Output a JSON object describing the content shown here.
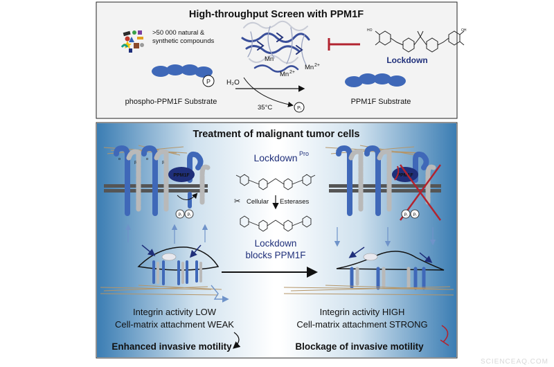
{
  "top_panel": {
    "title": "High-throughput Screen with PPM1F",
    "compounds_line1": ">50 000 natural &",
    "compounds_line2": "synthetic compounds",
    "metal_1": "Mn",
    "metal_2": "Mn",
    "metal_3": "Mn",
    "charge": "2+",
    "water": "H₂O",
    "temperature": "35°C",
    "phosphate": "Pᵢ",
    "p_label": "P",
    "inhibitor": "Lockdown",
    "substrate_left": "phospho-PPM1F Substrate",
    "substrate_right": "PPM1F Substrate"
  },
  "bottom_panel": {
    "title": "Treatment of malignant tumor cells",
    "ppm1f_label": "PPM1F",
    "phosphate": "Pᵢ",
    "alpha": "α",
    "beta": "β",
    "prodrug": "Lockdown",
    "prodrug_sup": "Pro",
    "cleavage_left": "Cellular",
    "cleavage_right": "Esterases",
    "blocks_line1": "Lockdown",
    "blocks_line2": "blocks PPM1F",
    "left_line1": "Integrin activity LOW",
    "left_line2": "Cell-matrix attachment WEAK",
    "left_outcome": "Enhanced invasive motility",
    "right_line1": "Integrin activity HIGH",
    "right_line2": "Cell-matrix attachment STRONG",
    "right_outcome": "Blockage of invasive motility"
  },
  "watermark": "SCIENCEAQ.COM",
  "colors": {
    "navy": "#1f2f7a",
    "protein_blue": "#3f68b8",
    "inhibit_red": "#b2232f",
    "panel_gray": "#f3f3f3",
    "gradient_blue": "#3b7db3",
    "fiber_tan": "#b59567"
  }
}
